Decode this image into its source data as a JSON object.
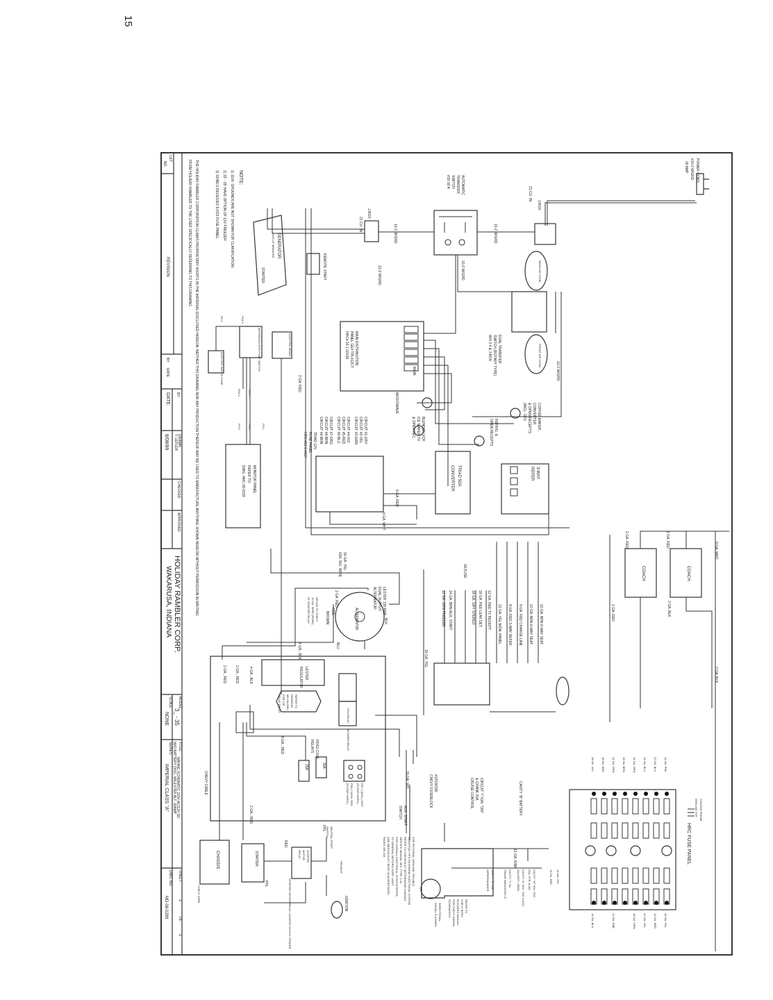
{
  "page_number": "15",
  "title_block": {
    "company": "HOLIDAY RAMBLER CORP.",
    "location": "WAKARUSA, INDIANA",
    "model_label": "MODEL:",
    "model_value": "3_ - 35",
    "scale_label": "SCALE:",
    "scale_value": "NONE",
    "title_label": "TITLE:",
    "title_value": "WIRING SCHEMATIC 110V AC/12V DC",
    "title_value2": "W/O BATTERY DISC. W/LESTER ALT. 30AMP",
    "series_label": "SERIES:",
    "series_value": "IMPERIAL CLASS \"A\"",
    "sheet_label": "SHEET",
    "sheet_value": "1",
    "sheet_of": "OF",
    "sheet_total": "1",
    "dwg_label": "DWG. NO.",
    "dwg_value": "MD-08-0299",
    "let": "LET",
    "no": "NO",
    "revision": "REVISION",
    "by": "BY",
    "date": "DATE",
    "by2": "BY",
    "date2": "DATE",
    "drawn": "DRAWN",
    "drawn_by": "T. LEFLER",
    "drawn_date": "8/08/89",
    "checked": "CHECKED",
    "approved": "APPROVED"
  },
  "notes": {
    "heading": "NOTE:",
    "n1": "1) 110V. GROUNDS ARE NOT SHOWN FOR CLARIFICATION",
    "n2": "2) 33' - 35' HAVE OPTION OF 12V FREEZER",
    "n3": "3) 31HBLS RECEIVES 8-FD3 FUSE PANEL",
    "proprietary1": "THE HOLIDAY RAMBLER CORPORATION CLAIMS PROPRIETARY RIGHTS IN THE MATERIAL DISCLOSED HEREON. NEITHER THIS DRAWING NOR ANY PRODUCTION THEREOF MAY BE USED TO MANUFACTURE ANYTHING SHOWN HEREON WITHOUT PERMISSION IN WRITING",
    "proprietary2": "FROM HOLIDAY RAMBLER TO THE USER SPECIFICALLY REFERRING TO THIS DRAWING"
  },
  "labels": {
    "power_cord": "POWER CORD",
    "power_cord2": "#10-2 W/GRD",
    "power_cord3": "30 AMP",
    "jbox1": "J-BOX",
    "jbox1b": "21 CU. IN.",
    "jbox2": "J-BOX",
    "jbox2b": "21 CU. IN.",
    "ats1": "AUTOMATIC",
    "ats2": "TRANSFER",
    "ats3": "SWITCH",
    "ats4": "#15-30 A",
    "w10a": "10-2 W/GRD",
    "w10b": "10-2 W/GRD",
    "w10c": "10-2 W/GRD",
    "w12a": "12-2 W/GRD",
    "w12b": "12-2 W/GRD",
    "rear_ac": "REAR AIR COND.",
    "front_ac": "FRONT AIR COND.",
    "dts1": "DUAL TRANSFER",
    "dts2": "SWITCH (ROTARY TYPE)",
    "dts3": "W/4 3 4 & J-BOX",
    "mdp1": "MAIN DISTRIBUTION",
    "mdp2": "PANEL GE# TPL412CT",
    "mdp3": "HRC# 16 1 02108",
    "mdp_main": "MAIN",
    "coffee1": "COFFEE MAKER,",
    "coffee2": "CONVERTER",
    "coffee3": "& OPEN RECEPTS",
    "coffee4": "(INCL. GFI)",
    "microwave": "MICROWAVE",
    "blender1": "BLENDER VCR",
    "blender2": "ICE MAKER TV",
    "blender3": "& OPEN REC.",
    "refrig1": "REFRIG. &",
    "refrig2": "OPEN RECEPTS",
    "triad_conv1": "TRIAD 50A",
    "triad_conv2": "CONVERTER",
    "refer1": "3-WAY",
    "refer2": "REFER",
    "c1": "CIRCUIT #1-GRY",
    "c2": "CIRCUIT #2-YEL",
    "c3": "CIRCUIT #3-GRN",
    "c4": "CIRCUIT #4-VIO",
    "c5": "CIRCUIT #5-RED",
    "c6": "CIRCUIT #6-BLU",
    "c7": "CIRCUIT #7-ORG",
    "c8": "CIRCUIT #8-BRN",
    "c9": "CIRCUIT #9-BRN",
    "tfp1": "TRIAD 12V",
    "tfp2": "FUSE PANEL",
    "tfp3": "HRC #13 6 0417",
    "w6red": "6 GA. RED",
    "w6wht": "6 GA. WHT",
    "w2red_a": "2 GA. RED",
    "generator": "GENERATOR",
    "gen2": "CIRCUIT BREAKER",
    "starter_gen": "STARTER",
    "remote_start": "REMOTE START",
    "brain": "ELECTRIC BRAIN",
    "bath_switch": "BATHROOM WTR PUMP SWITCH",
    "water_pump": "ELECTRIC WATER PUMP",
    "p18_3": "P18-3",
    "p5_1": "P5-1",
    "p16_1": "P16-1",
    "p16_2": "P16-2",
    "p3_8": "P3-8",
    "p3_9": "P3-9",
    "p3_1": "P3-1",
    "monitor1": "MONITOR PANEL",
    "monitor2": "REFER TO",
    "monitor3": "DWG. #MC-08-0218",
    "coach_batt1": "COACH",
    "coach_batt2": "COACH",
    "w2red_b": "2 GA. RED",
    "w2red_c": "2 GA. RED",
    "w8wht": "8 GA. WHT",
    "w2blk_a": "2 GA. BLK",
    "w2blk_b": "2 GA. BLK",
    "w2red_d": "2 GA. RED",
    "fc1": "10 GA. BRN 6-WAY SEAT",
    "fc2": "10 GA. BRN 6-WAY SEAT",
    "fc3": "8 GA. RED CHARGE LINE",
    "fc4": "8 GA. RED 3-WAY REFER",
    "fc5": "12 GA. YEL MON. PANEL",
    "fc6": "12 GA. RED TV RECEPT",
    "fc7": "18 GA. RED LEAK DET.",
    "fc8": "18 GA. GRY STEREO",
    "fc9": "14 GA. BRN AUX. START",
    "fc10": "12 GA. GRN FREEZER",
    "fuse2a": "2A FUSE",
    "w16yel": "16 GA. YEL",
    "w16yel_ign": "16 GA. YEL",
    "ign_sig": "IGN. SIG. WIRE",
    "w2red_e": "2 GA. RED",
    "lester1": "LESTER 135 AMP",
    "lester2": "DUAL OUTPUT",
    "lester3": "ALTERNATOR",
    "alt": "ALTERNATOR",
    "blk": "BLK",
    "blu": "BLU",
    "red": "RED",
    "brown": "BROWN",
    "splice1": "SPLICE TO CHEVY",
    "splice2": "10 GA. WIRE (PK/BK)",
    "splice3": "AT STARTER RELAY",
    "w4blk_a": "4 GA., BLK",
    "w4blk_b": "4 GA., BLK",
    "w2red_f": "2 GA., RED",
    "w2red_g": "2 GA., RED",
    "w2red_h": "2 GA., RED",
    "regulator1": "LESTER",
    "regulator2": "REGULATOR",
    "fan_relay": "FAN RELAY",
    "blower_relay": "BLOWER RELAY",
    "meter1": "REFER TO",
    "meter2": "DRAWING",
    "meter3": "MD-08-0281",
    "meter4": "FOR 135",
    "meter5": "RELAY DELAY",
    "w8red": "8 GA., RED",
    "frigi1": "FRIGI-COOL",
    "frigi2": "RELAYS",
    "r25": "25A",
    "r30": "30A",
    "pm1": "P57-2 (6GA.) WHT",
    "pm1b": "(FLOOR HARN.)",
    "pm2": "P56-2 10GA. RED",
    "pm2b": "(FLOOR HARN.)",
    "w16vio": "16 GA. VIO",
    "aux1": "AUX. START",
    "aux2": "SWITCH",
    "chevy_cable": "CHEVY CABLE",
    "chassis": "CHASSIS",
    "chevy_wire": "CHEVY WIRE",
    "starter": "STARTER",
    "red2": "RED",
    "ppl": "PPL",
    "ppl2": "PPL",
    "starter_relay1": "STARTER",
    "starter_relay2": "MOTOR",
    "starter_relay3": "RELAY",
    "srelay_note": "STARTER MOTOR RELAY LOCATED ON R.H. FENDER",
    "neutral1": "NEUTRAL START",
    "neutral2": "SWITCH",
    "ppl_wht": "PPL/WHT",
    "ignition": "IGNITION",
    "pictorial1": "FOR PICTORIAL VIEW AND TROUBLE",
    "pictorial2": "SHOOTING TIPS ON ENGINE ELECTRICAL SYSTEM",
    "pictorial3": "REFER TO CHEVROLET MOTORHOME CHASSIS",
    "pictorial4": "SERVICE MANUAL SEC. TYPE: 1-41",
    "pictorial5": "FOR OVERALL ELECTRICAL SYSTEM REFER",
    "pictorial6": "TO GENERAL MOTORS CORP. LIGHT",
    "pictorial7": "AND MEDIUM DUTY BODY BUILDERS BOOK",
    "pictorial8": "PAGES 305-319.",
    "fuseblock1": "#12034338",
    "fuseblock2": "CHEVY FUSEBLOCK",
    "circuit_i1": "CIRCUIT \"I\" IGN. \"ON\"",
    "circuit_i2": "& CRANK 20A",
    "circuit_i3": "CRUISE CONTROL",
    "cavity_b": "CAVITY \"B\" BATTERY",
    "w12rbk": "12 GA. R/BK",
    "cavity_a1": "CAVITY \"A\" IGN. \"ON\" & ACC.",
    "cavity_a2": "10A (NOT USED)",
    "cavity_m1": "CAVITY \"M\" IGN. \"ON\"",
    "cavity_m2": "25A, HTR. & A/C",
    "cavity_j1": "CAVITY \"J\" 5A",
    "cavity_j2": "TRANS INDICATOR LP.",
    "cavity_h1": "CAVITY \"H\" 25A",
    "cavity_h2": "WIPER/WASHER",
    "w14yel": "14 GA. YEL",
    "w14red": "14 GA. RED",
    "refer_chevy1": "REFER TO",
    "refer_chevy2": "CHEVY BODY",
    "refer_chevy3": "BUILDERS MANUAL",
    "refer_chevy4": "FOR CHEVY WIRING",
    "refer_chevy5": "SCHEMATICS",
    "flasher1": "DIRECTIONAL",
    "flasher2": "SIGNAL FLASHER",
    "chassis_gnd1": "CHASSIS FRAME",
    "chassis_gnd2": "GROUND TYP.",
    "hrc_fuse": "HRC FUSE PANEL",
    "hf1": "14 GA. PNK",
    "hf2": "22 GA. BLK",
    "hf3": "14 GA. BLU",
    "hf4": "14 GA. ORN",
    "hf5": "18 GA. BRN",
    "hf6": "14 GA. ORN",
    "hf7": "18 GA. RED",
    "hf8": "18 GA. VIO",
    "hr1": "18 GA. YEL",
    "hr2": "14 GA. RED",
    "hr3": "12 GA. YEL",
    "hr4": "18 GA. ORN",
    "hr5": "12 GA. R/BL",
    "hr6": "14 GA. BLK"
  }
}
